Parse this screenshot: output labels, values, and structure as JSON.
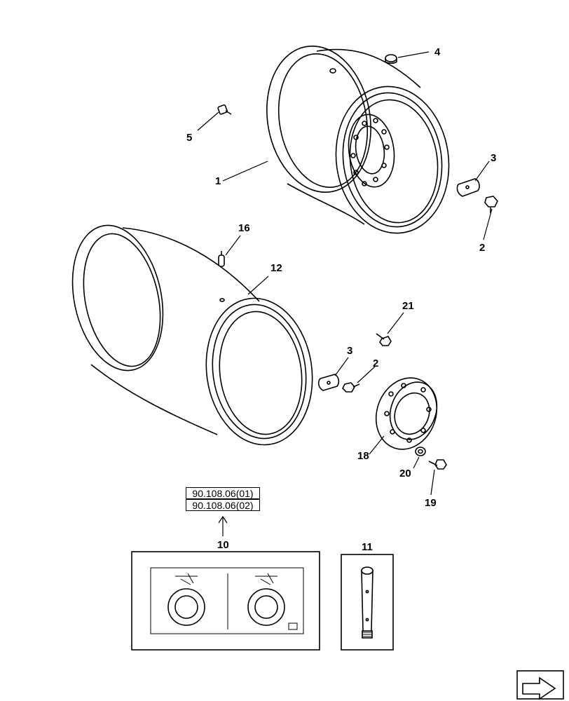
{
  "callouts": {
    "c1": "1",
    "c2a": "2",
    "c2b": "2",
    "c3a": "3",
    "c3b": "3",
    "c4": "4",
    "c5": "5",
    "c10": "10",
    "c11": "11",
    "c12": "12",
    "c16": "16",
    "c18": "18",
    "c19": "19",
    "c20": "20",
    "c21": "21"
  },
  "references": [
    "90.108.06(01)",
    "90.108.06(02)"
  ],
  "icons": {
    "nav": "previous-page-arrow-icon"
  }
}
